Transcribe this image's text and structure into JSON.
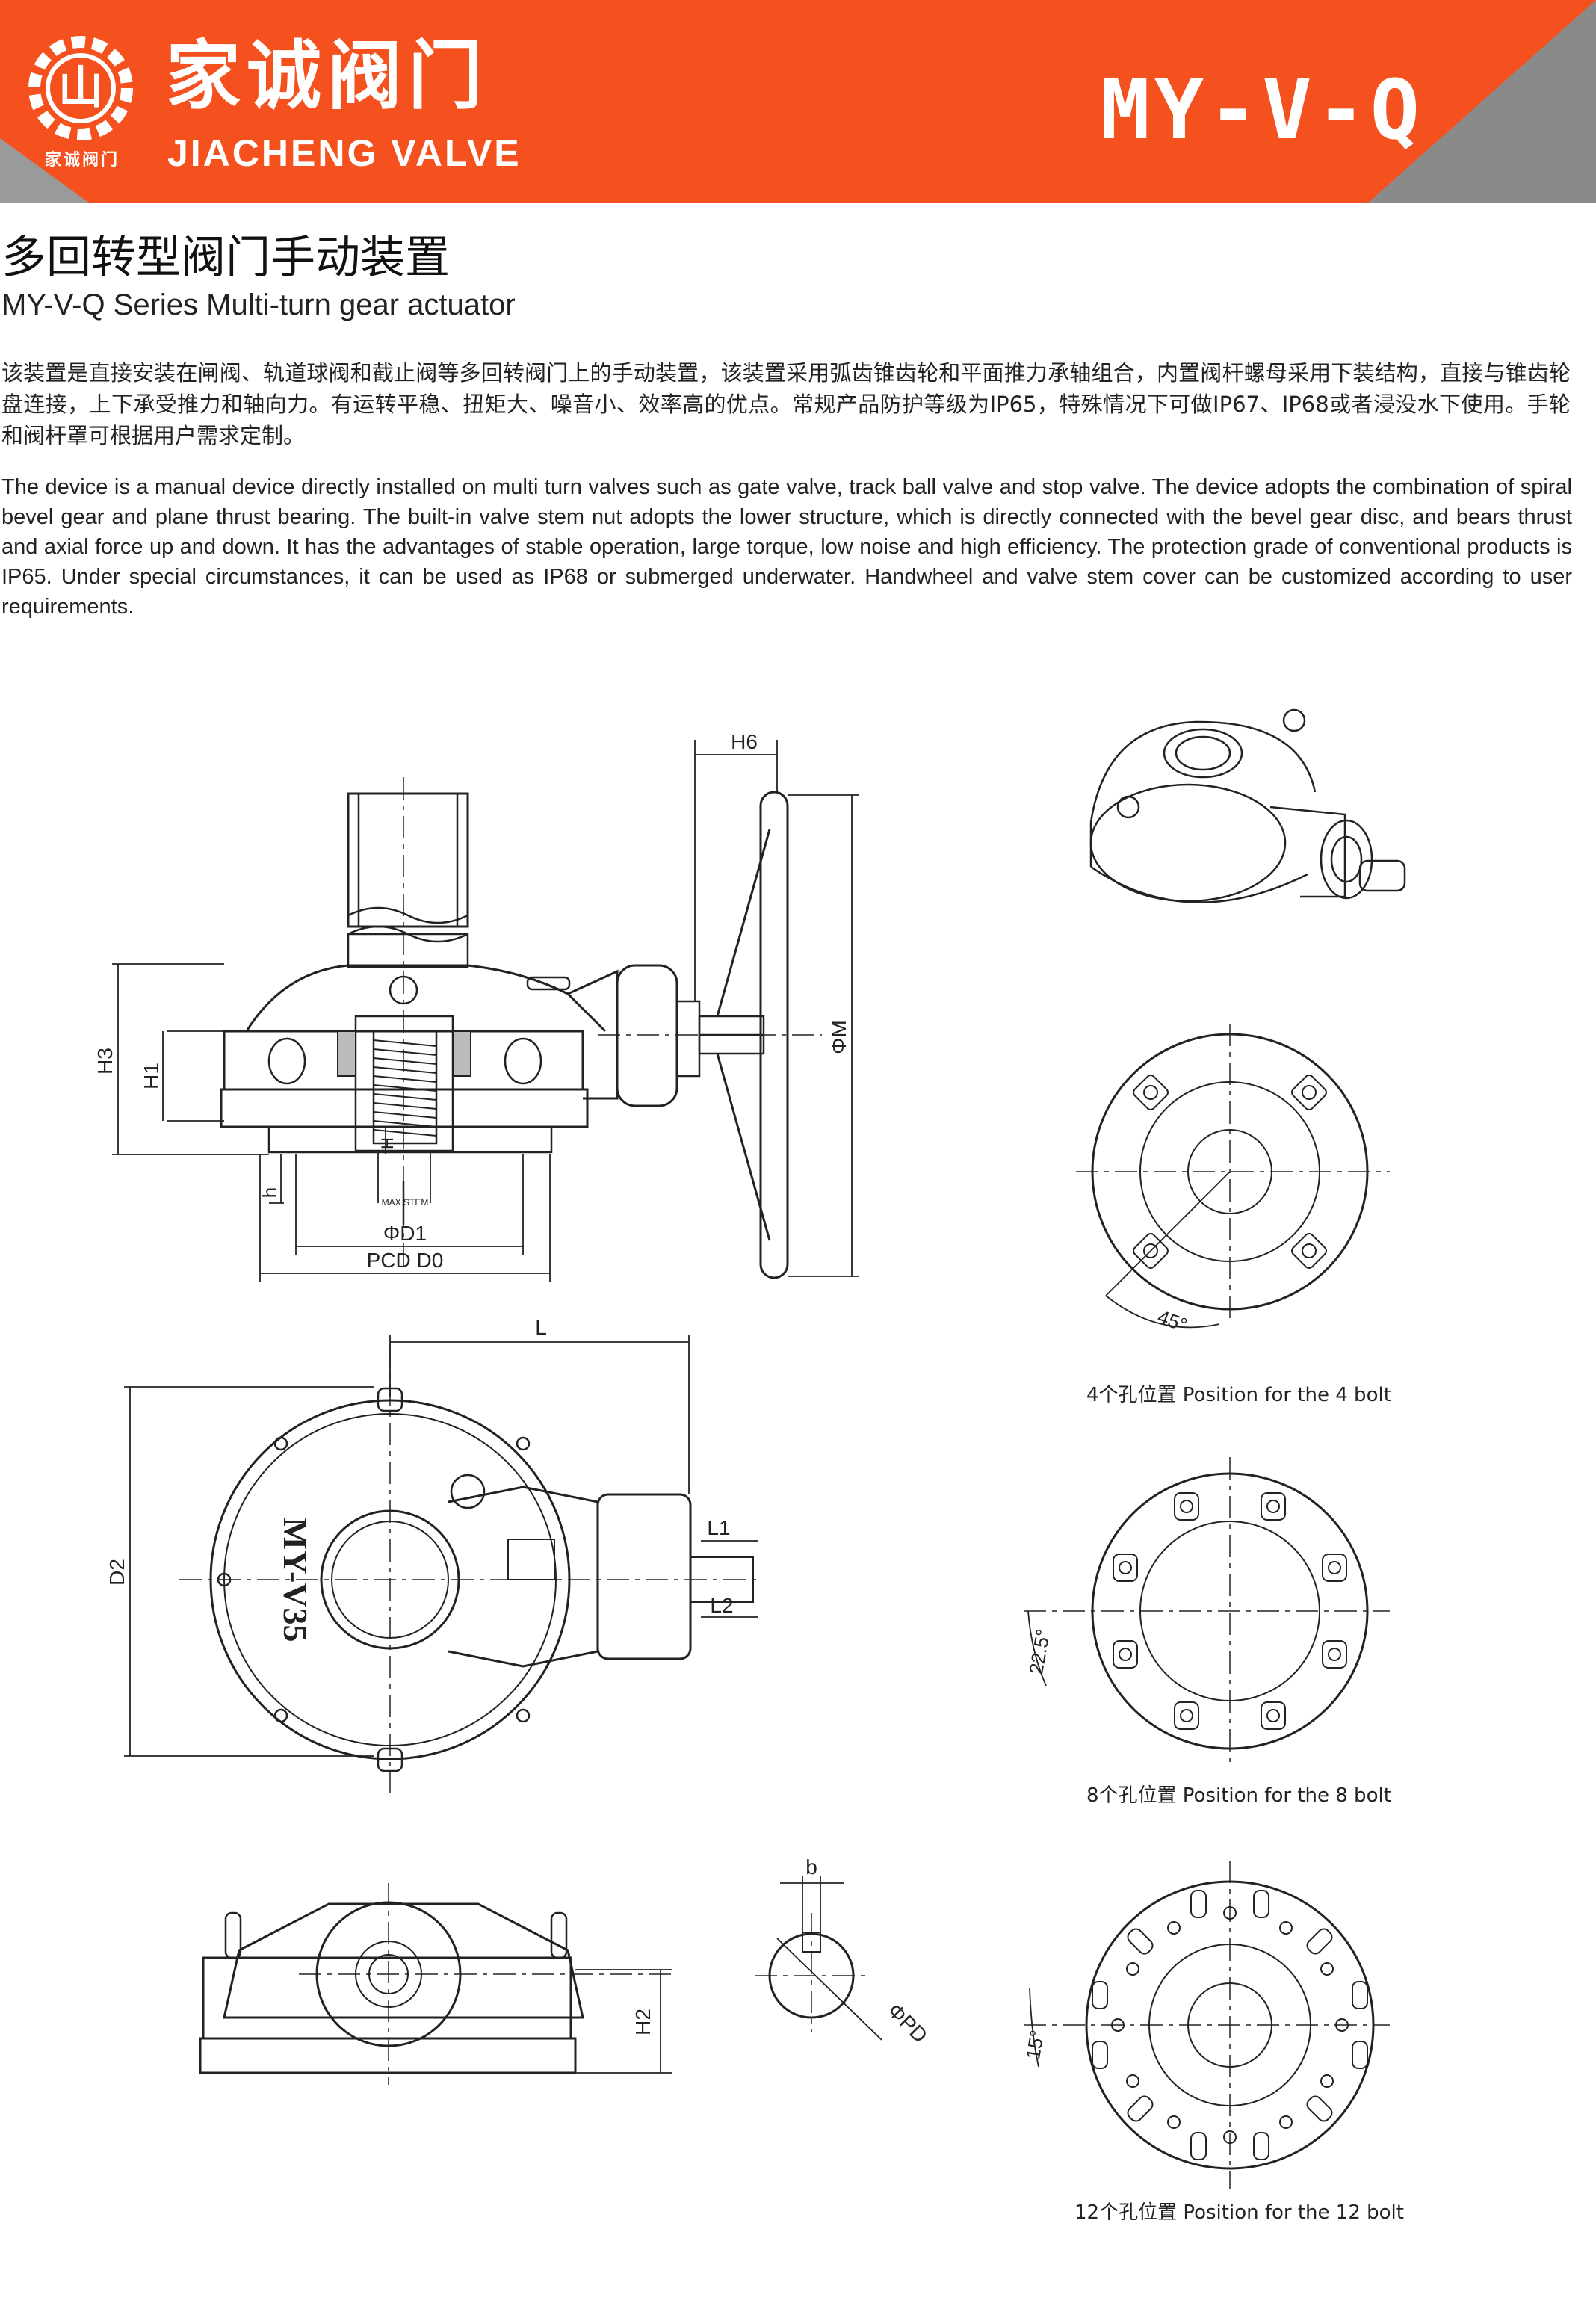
{
  "header": {
    "brand_cn": "家诚阀门",
    "brand_en": "JIACHENG VALVE",
    "brand_small": "家诚阀门",
    "model": "MY-V-Q",
    "logo_glyph": "山",
    "colors": {
      "accent": "#F4511E",
      "gray": "#8A8A8A"
    }
  },
  "title": {
    "cn": "多回转型阀门手动装置",
    "en": "MY-V-Q Series Multi-turn gear actuator"
  },
  "description": {
    "cn": "该装置是直接安装在闸阀、轨道球阀和截止阀等多回转阀门上的手动装置，该装置采用弧齿锥齿轮和平面推力承轴组合，内置阀杆螺母采用下装结构，直接与锥齿轮盘连接，上下承受推力和轴向力。有运转平稳、扭矩大、噪音小、效率高的优点。常规产品防护等级为IP65，特殊情况下可做IP67、IP68或者浸没水下使用。手轮和阀杆罩可根据用户需求定制。",
    "en": "The device is a manual device directly installed on multi turn valves such as gate valve, track ball valve and stop valve. The device adopts the combination of spiral bevel gear and plane thrust bearing. The built-in valve stem nut adopts the lower structure, which is directly connected with the bevel gear disc, and bears thrust and axial force up and down. It has the advantages of stable operation, large torque, low noise and high efficiency. The protection grade of conventional products is IP65. Under special circumstances, it can be used as IP68 or submerged underwater. Handwheel and valve stem cover can be customized according to user requirements."
  },
  "dimension_labels": {
    "h6": "H6",
    "h3": "H3",
    "h1": "H1",
    "h_small": "h",
    "h_inner": "H",
    "max_stem": "MAX.STEM",
    "d1": "ΦD1",
    "pcd": "PCD D0",
    "m": "ΦM",
    "l": "L",
    "d2": "D2",
    "l1": "L1",
    "l2": "L2",
    "h2": "H2",
    "b": "b",
    "pd": "ΦPD",
    "angle_45": "45°",
    "angle_22": "22.5°",
    "angle_15": "15°",
    "body_marking": "MY-V35"
  },
  "captions": {
    "bolt4": "4个孔位置 Position for the 4 bolt",
    "bolt8": "8个孔位置 Position for the 8 bolt",
    "bolt12": "12个孔位置 Position for the 12 bolt"
  }
}
